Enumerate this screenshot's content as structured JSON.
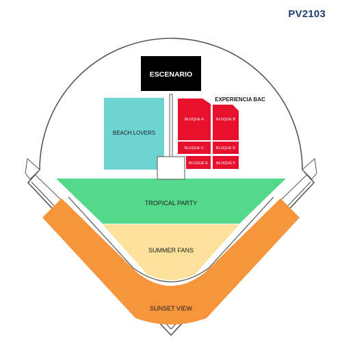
{
  "event_code": "PV2103",
  "stage": {
    "label": "ESCENARIO"
  },
  "zone_group_label": "EXPERIENCIA BAC",
  "sections": {
    "beach_lovers": {
      "label": "BEACH LOVERS",
      "color": "#6ed3d3"
    },
    "bloque_a": {
      "label": "BLOQUE A",
      "color": "#e8112d"
    },
    "bloque_b": {
      "label": "BLOQUE B",
      "color": "#e8112d"
    },
    "bloque_c": {
      "label": "BLOQUE C",
      "color": "#e8112d"
    },
    "bloque_d": {
      "label": "BLOQUE D",
      "color": "#e8112d"
    },
    "bloque_e": {
      "label": "BLOQUE E",
      "color": "#e8112d"
    },
    "bloque_f": {
      "label": "BLOQUE F",
      "color": "#e8112d"
    },
    "tropical_party": {
      "label": "TROPICAL PARTY",
      "color": "#54d98a"
    },
    "summer_fans": {
      "label": "SUMMER FANS",
      "color": "#fbe19b"
    },
    "sunset_view": {
      "label": "SUNSET VIEW",
      "color": "#f7953d"
    }
  },
  "colors": {
    "outline": "#555555",
    "stage": "#000000",
    "code_text": "#1f3f73"
  }
}
